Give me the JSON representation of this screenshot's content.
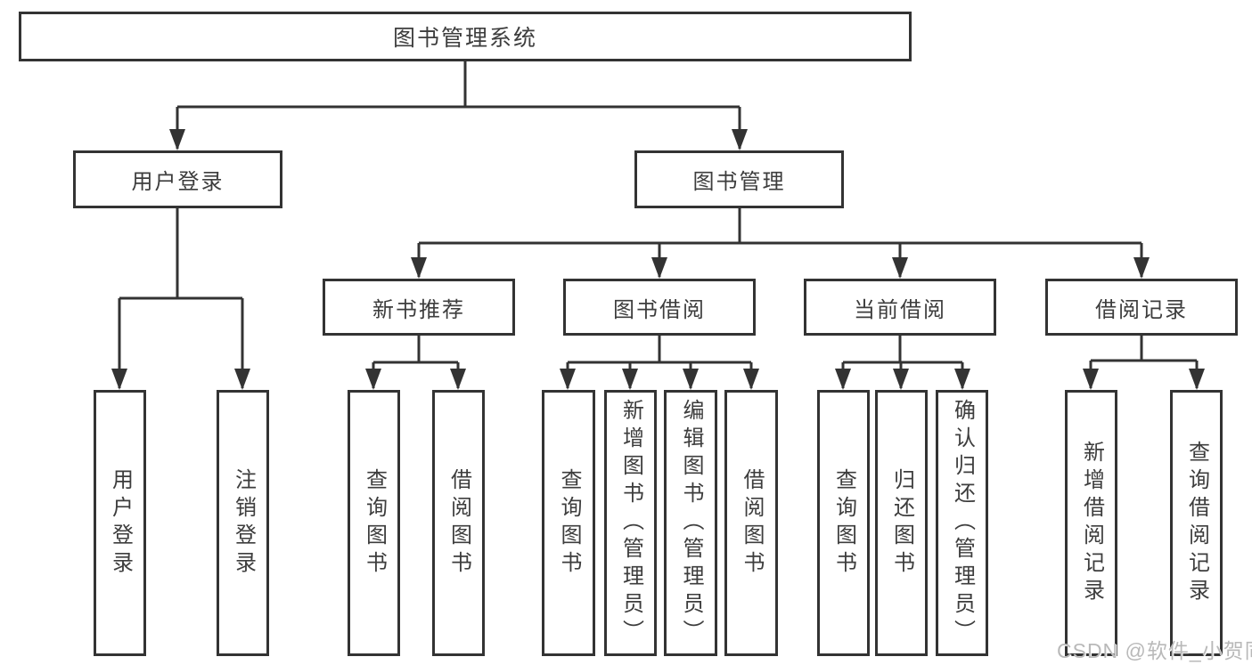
{
  "tree": {
    "root": "图书管理系统",
    "level1": [
      {
        "label": "用户登录",
        "leaves": [
          "用户登录",
          "注销登录"
        ]
      },
      {
        "label": "图书管理",
        "groups": [
          {
            "label": "新书推荐",
            "leaves": [
              "查询图书",
              "借阅图书"
            ]
          },
          {
            "label": "图书借阅",
            "leaves": [
              "查询图书",
              "新增图书（管理员）",
              "编辑图书（管理员）",
              "借阅图书"
            ]
          },
          {
            "label": "当前借阅",
            "leaves": [
              "查询图书",
              "归还图书",
              "确认归还（管理员）"
            ]
          },
          {
            "label": "借阅记录",
            "leaves": [
              "新增借阅记录",
              "查询借阅记录"
            ]
          }
        ]
      }
    ]
  },
  "watermark": {
    "text": "CSDN @软件_小贺同学"
  },
  "colors": {
    "line": "#333333",
    "text": "#3d3d3d",
    "watermark": "#b9b9b9",
    "background": "#ffffff"
  }
}
